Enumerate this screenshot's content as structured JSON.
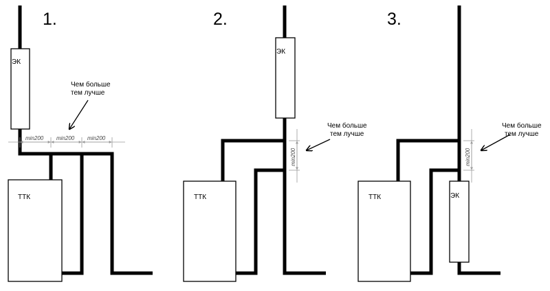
{
  "variants": [
    {
      "number": "1.",
      "ek_label": "ЭК",
      "ttk_label": "ТТК",
      "note_line1": "Чем больше",
      "note_line2": "тем лучше",
      "dim_labels": [
        "min200",
        "min200",
        "min200"
      ]
    },
    {
      "number": "2.",
      "ek_label": "ЭК",
      "ttk_label": "ТТК",
      "note_line1": "Чем больше",
      "note_line2": "тем лучше",
      "dim_label": "min200"
    },
    {
      "number": "3.",
      "ek_label": "ЭК",
      "ttk_label": "ТТК",
      "note_line1": "Чем больше",
      "note_line2": "тем лучше",
      "dim_label": "min200"
    }
  ]
}
